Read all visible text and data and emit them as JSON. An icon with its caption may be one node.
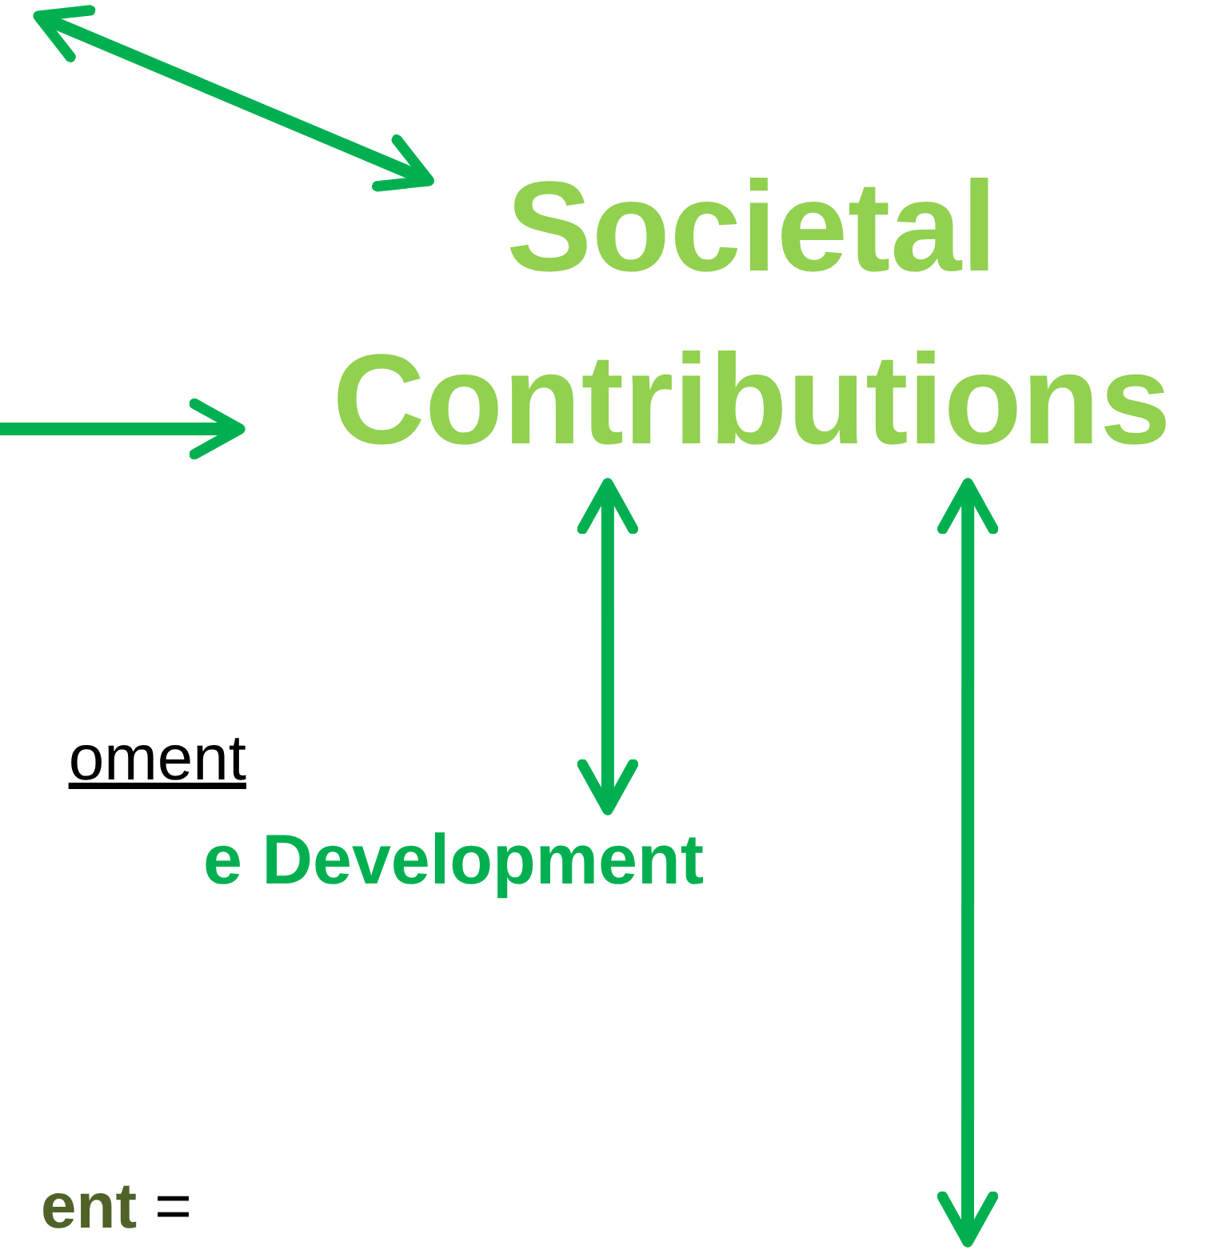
{
  "diagram": {
    "nodes": [
      {
        "text": [
          "Societal Contributions"
        ]
      },
      {
        "text": [
          "e Development"
        ]
      }
    ],
    "edges": [
      {
        "from": null,
        "to": 0,
        "arrow": "both"
      },
      {
        "from": null,
        "to": 0,
        "arrow": "to"
      },
      {
        "from": 0,
        "to": 1,
        "arrow": "both"
      },
      {
        "from": 0,
        "to": null,
        "arrow": "both"
      }
    ],
    "labels": [
      "oment",
      "**ent** ="
    ]
  }
}
